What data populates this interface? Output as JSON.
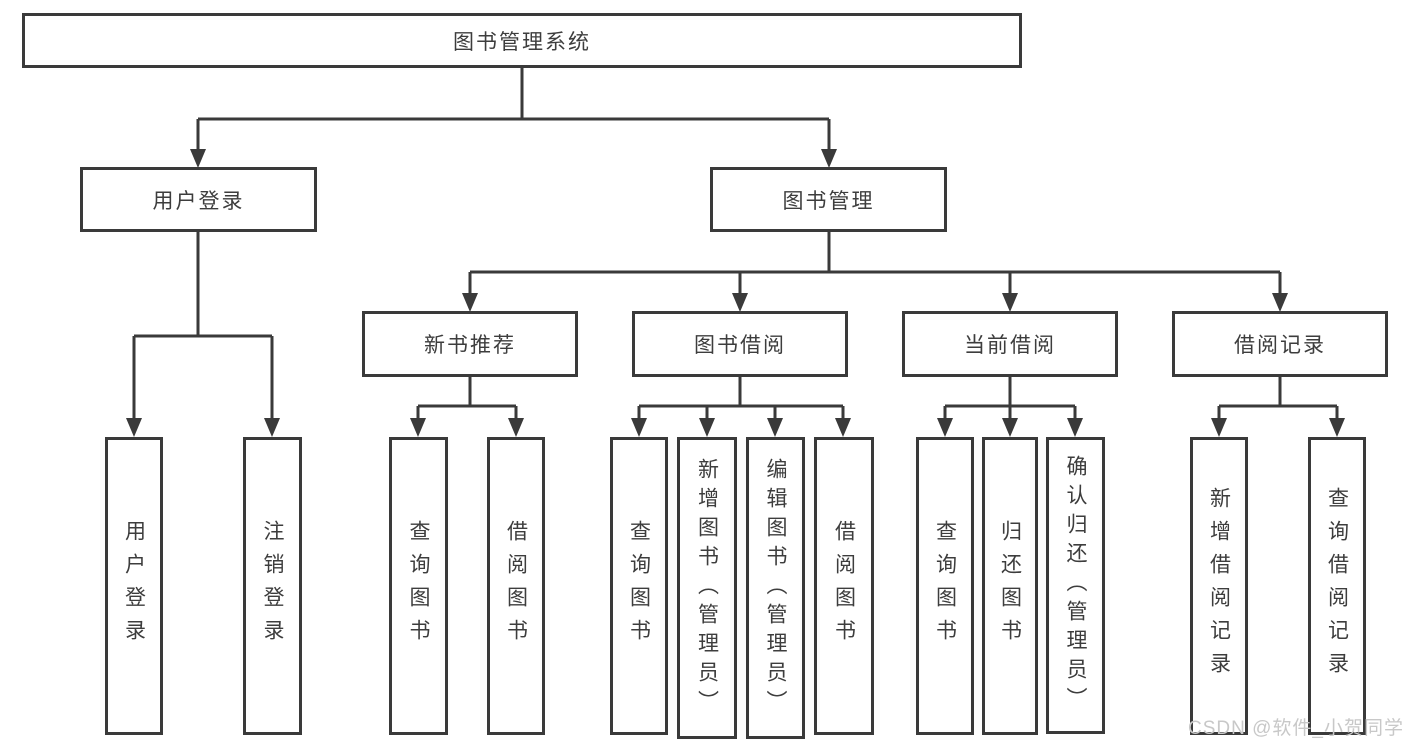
{
  "diagram": {
    "root": {
      "label": "图书管理系统"
    },
    "level2": {
      "user_login": {
        "label": "用户登录"
      },
      "book_management": {
        "label": "图书管理"
      }
    },
    "level3": {
      "new_book_recommend": {
        "label": "新书推荐"
      },
      "book_borrow": {
        "label": "图书借阅"
      },
      "current_borrow": {
        "label": "当前借阅"
      },
      "borrow_records": {
        "label": "借阅记录"
      }
    },
    "leaves": {
      "user_login": [
        "用户登录",
        "注销登录"
      ],
      "new_book_recommend": [
        "查询图书",
        "借阅图书"
      ],
      "book_borrow": [
        "查询图书",
        "新增图书（管理员）",
        "编辑图书（管理员）",
        "借阅图书"
      ],
      "current_borrow": [
        "查询图书",
        "归还图书",
        "确认归还（管理员）"
      ],
      "borrow_records": [
        "新增借阅记录",
        "查询借阅记录"
      ]
    }
  },
  "colors": {
    "line": "#3a3a3a",
    "text": "#3d3d3d",
    "watermark": "#c8c8c8",
    "background": "#ffffff"
  },
  "watermark": {
    "text": "CSDN @软件_小贺同学"
  }
}
